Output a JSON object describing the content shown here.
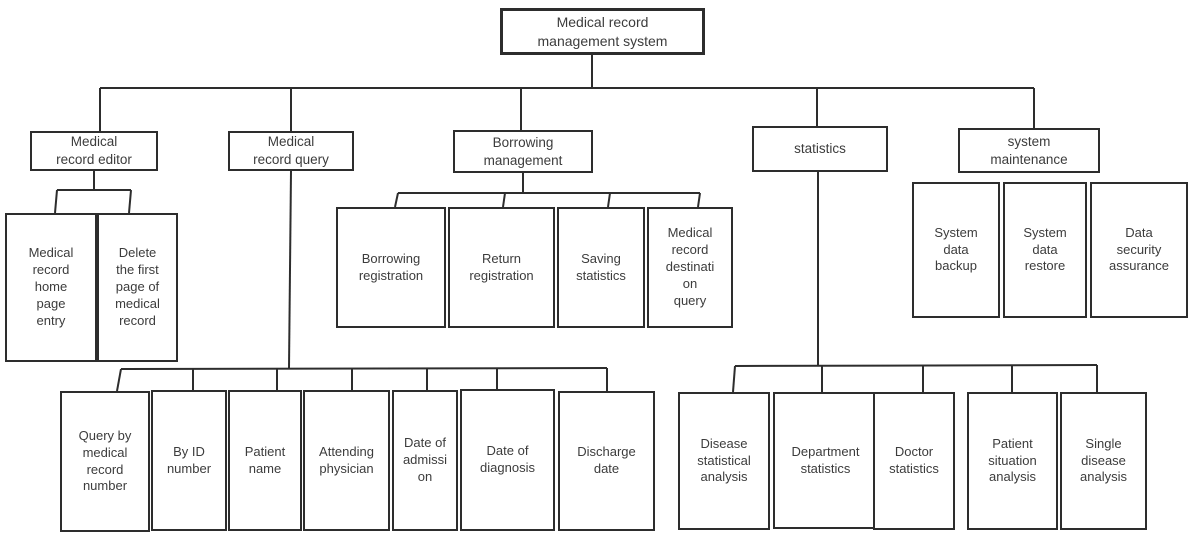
{
  "diagram": {
    "title": "Medical record management system",
    "root": {
      "label": "Medical record\nmanagement system"
    },
    "branches": [
      {
        "label": "Medical\nrecord editor",
        "children": [
          "Medical\nrecord\nhome\npage\nentry",
          "Delete\nthe first\npage of\nmedical\nrecord"
        ]
      },
      {
        "label": "Medical\nrecord query",
        "children": [
          "Query by\nmedical\nrecord\nnumber",
          "By ID\nnumber",
          "Patient\nname",
          "Attending\nphysician",
          "Date of\nadmissi\non",
          "Date of\ndiagnosis",
          "Discharge\ndate"
        ]
      },
      {
        "label": "Borrowing\nmanagement",
        "children": [
          "Borrowing\nregistration",
          "Return\nregistration",
          "Saving\nstatistics",
          "Medical\nrecord\ndestinati\non\nquery"
        ]
      },
      {
        "label": "statistics",
        "children": [
          "Disease\nstatistical\nanalysis",
          "Department\nstatistics",
          "Doctor\nstatistics",
          "Patient\nsituation\nanalysis",
          "Single\ndisease\nanalysis"
        ]
      },
      {
        "label": "system\nmaintenance",
        "children": [
          "System\ndata\nbackup",
          "System\ndata\nrestore",
          "Data\nsecurity\nassurance"
        ]
      }
    ],
    "line_color": "#2d2d2d"
  }
}
